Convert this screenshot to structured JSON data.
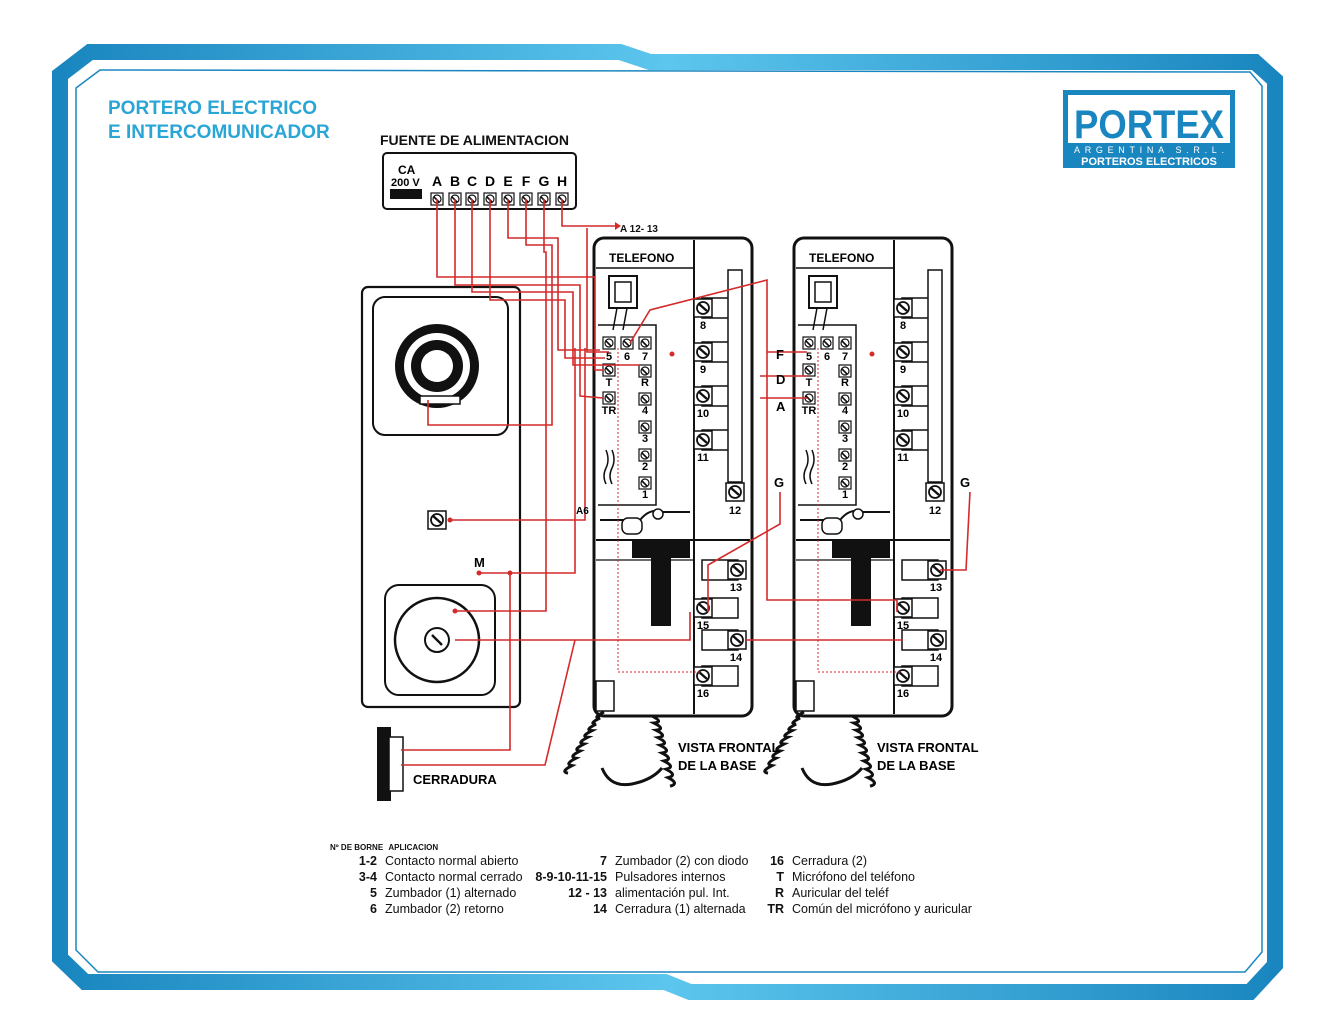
{
  "title": {
    "line1": "PORTERO ELECTRICO",
    "line2": "E INTERCOMUNICADOR"
  },
  "logo": {
    "brand": "PORTEX",
    "sub": "ARGENTINA S.R.L.",
    "tagline": "PORTEROS ELECTRICOS"
  },
  "power_supply": {
    "title": "FUENTE DE ALIMENTACION",
    "ca_label": "CA",
    "voltage": "200 V",
    "terminals": [
      "A",
      "B",
      "C",
      "D",
      "E",
      "F",
      "G",
      "H"
    ],
    "feed_label": "A 12- 13"
  },
  "phones": [
    {
      "title": "TELEFONO",
      "base_label_1": "VISTA FRONTAL",
      "base_label_2": "DE LA BASE"
    },
    {
      "title": "TELEFONO",
      "base_label_1": "VISTA FRONTAL",
      "base_label_2": "DE LA BASE"
    }
  ],
  "phone_terminals": {
    "top": [
      "5",
      "6",
      "7"
    ],
    "left": [
      "T",
      "TR"
    ],
    "column": [
      "R",
      "4",
      "3",
      "2",
      "1"
    ],
    "right": [
      "8",
      "9",
      "10",
      "11",
      "12"
    ],
    "bottom": [
      "13",
      "15",
      "14",
      "16"
    ]
  },
  "wire_labels": {
    "f": "F",
    "d": "D",
    "a": "A",
    "g": "G",
    "a6": "A6",
    "m": "M"
  },
  "lock_label": "CERRADURA",
  "legend": {
    "header_num": "Nº DE BORNE",
    "header_app": "APLICACION",
    "col1": [
      {
        "num": "1-2",
        "text": "Contacto normal abierto"
      },
      {
        "num": "3-4",
        "text": "Contacto normal cerrado"
      },
      {
        "num": "5",
        "text": "Zumbador (1) alternado"
      },
      {
        "num": "6",
        "text": "Zumbador (2) retorno"
      }
    ],
    "col2": [
      {
        "num": "7",
        "text": "Zumbador (2) con diodo"
      },
      {
        "num": "8-9-10-11-15",
        "text": "Pulsadores internos"
      },
      {
        "num": "12 - 13",
        "text": "alimentación pul. Int."
      },
      {
        "num": "14",
        "text": "Cerradura (1) alternada"
      }
    ],
    "col3": [
      {
        "num": "16",
        "text": "Cerradura (2)"
      },
      {
        "num": "T",
        "text": "Micrófono del teléfono"
      },
      {
        "num": "R",
        "text": "Auricular del teléf"
      },
      {
        "num": "TR",
        "text": "Común del micrófono y auricular"
      }
    ]
  },
  "colors": {
    "frame": "#2aa6d6",
    "wire": "#d42a2a",
    "ink": "#111111"
  }
}
